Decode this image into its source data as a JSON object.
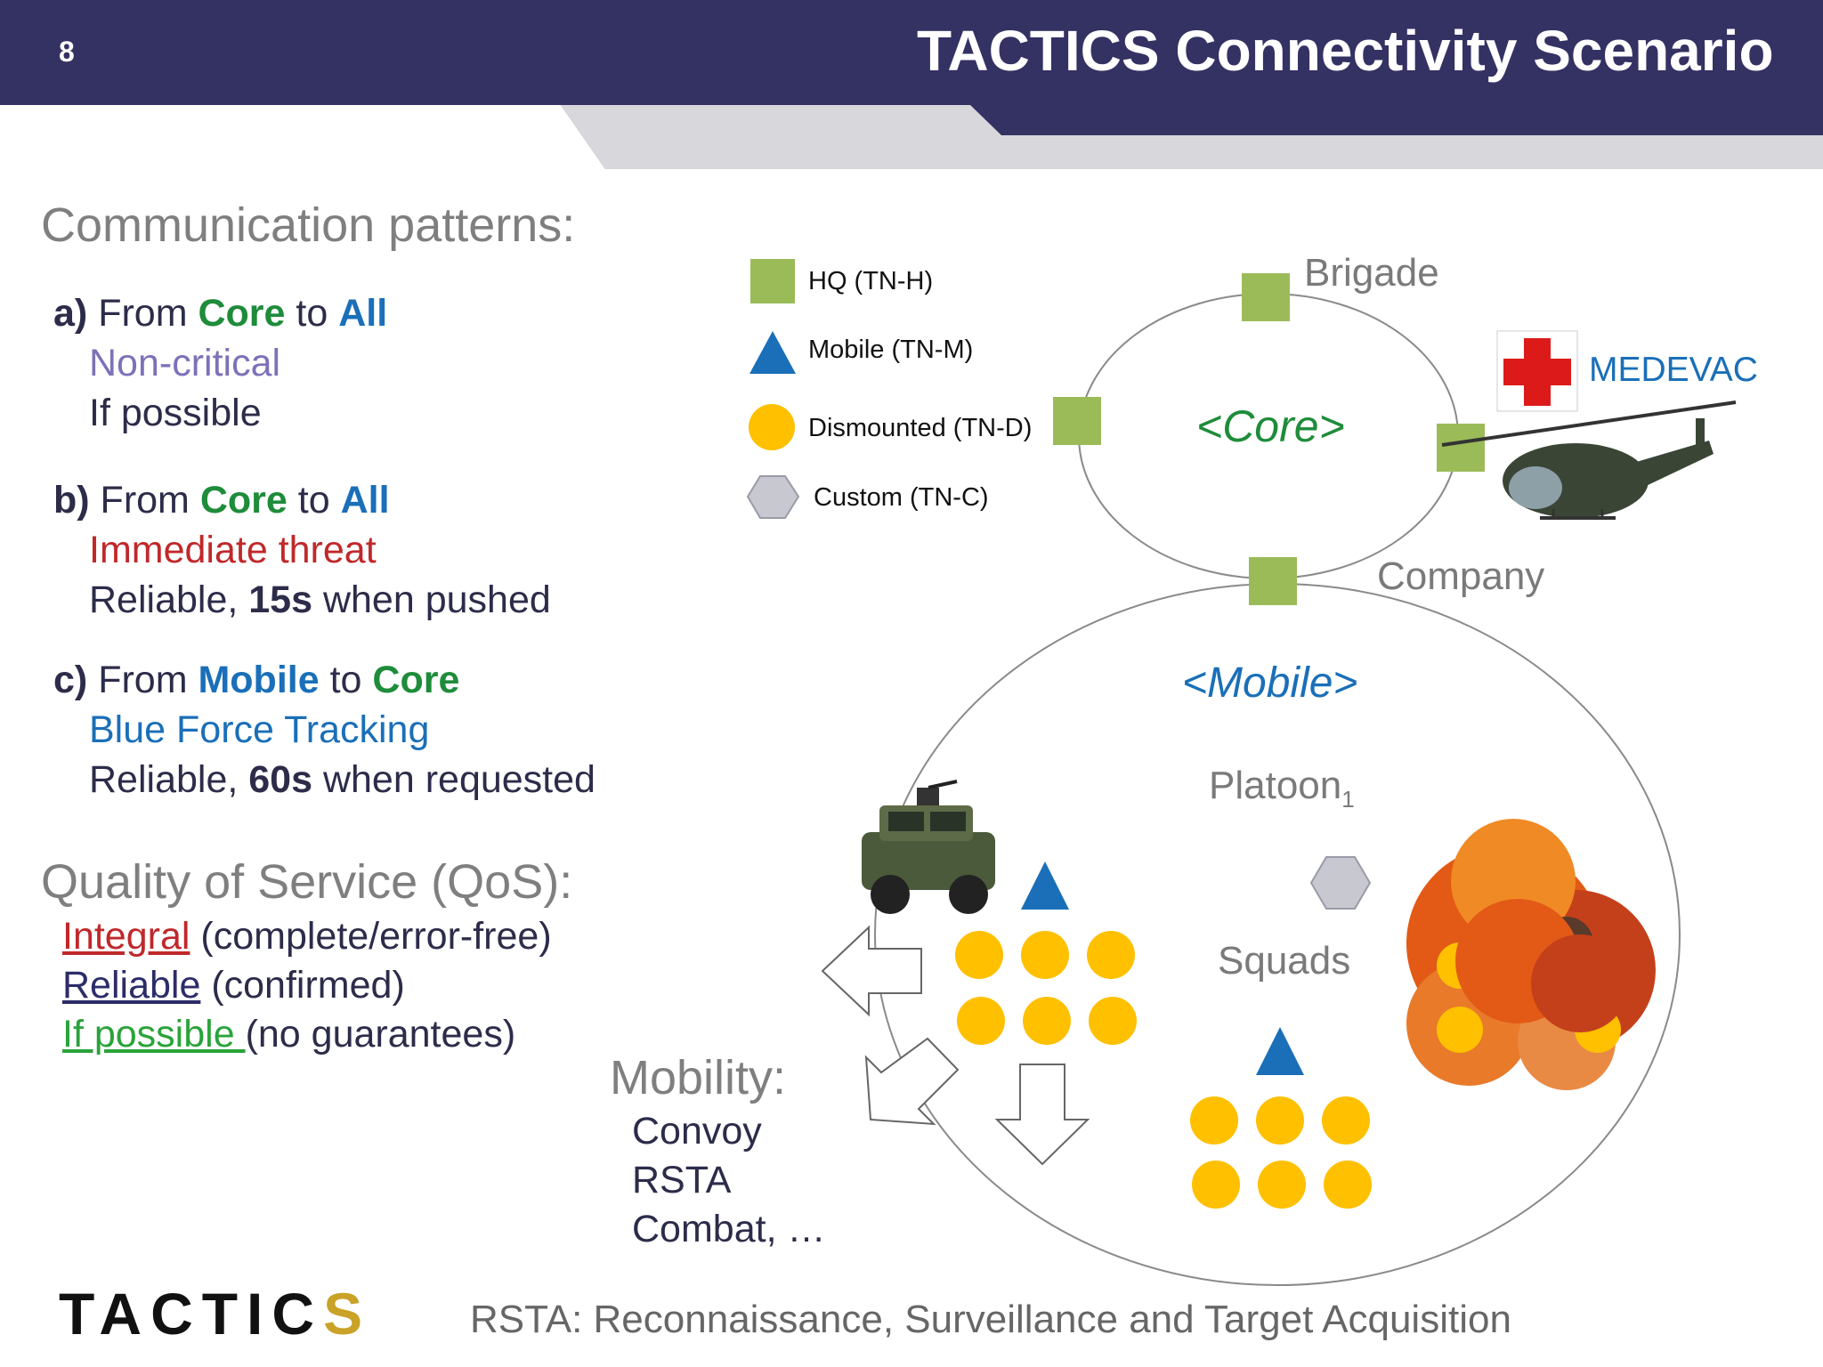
{
  "header": {
    "slide_number": "8",
    "title": "TACTICS Connectivity Scenario"
  },
  "comm": {
    "heading": "Communication patterns:",
    "a": {
      "letter": "a)",
      "from": "From",
      "src": "Core",
      "to": "to",
      "dst": "All",
      "line1": "Non-critical",
      "line2": "If possible"
    },
    "b": {
      "letter": "b)",
      "from": "From",
      "src": "Core",
      "to": "to",
      "dst": "All",
      "line1": "Immediate threat",
      "line2_pre": "Reliable, ",
      "line2_bold": "15s",
      "line2_post": " when pushed"
    },
    "c": {
      "letter": "c)",
      "from": "From",
      "src": "Mobile",
      "to": "to",
      "dst": "Core",
      "line1": "Blue Force Tracking",
      "line2_pre": "Reliable, ",
      "line2_bold": "60s",
      "line2_post": " when requested"
    }
  },
  "qos": {
    "heading": "Quality of Service (QoS):",
    "items": [
      {
        "term": "Integral",
        "desc": " (complete/error-free)"
      },
      {
        "term": "Reliable",
        "desc": " (confirmed)"
      },
      {
        "term": "If possible ",
        "desc": "(no guarantees)"
      }
    ]
  },
  "legend": [
    {
      "icon": "green-square-icon",
      "label": "HQ (TN-H)"
    },
    {
      "icon": "blue-triangle-icon",
      "label": "Mobile (TN-M)"
    },
    {
      "icon": "yellow-circle-icon",
      "label": "Dismounted (TN-D)"
    },
    {
      "icon": "gray-hexagon-icon",
      "label": "Custom (TN-C)"
    }
  ],
  "diagram": {
    "brigade": "Brigade",
    "core": "<Core>",
    "medevac": "MEDEVAC",
    "company": "Company",
    "mobile": "<Mobile>",
    "platoon": "Platoon",
    "platoon_sub": "1",
    "squads": "Squads"
  },
  "mobility": {
    "heading": "Mobility:",
    "items": [
      "Convoy",
      "RSTA",
      "Combat, …"
    ]
  },
  "footer": {
    "logo_main": "TACTIC",
    "logo_last": "S",
    "note": "RSTA: Reconnaissance, Surveillance and Target Acquisition"
  },
  "colors": {
    "navy": "#343163",
    "hq_green": "#9bbb59",
    "mobile_blue": "#1a6fb8",
    "dismounted_yellow": "#ffc000",
    "custom_gray": "#c8c8d0",
    "core_green": "#1e8c3a",
    "threat_red": "#c0282a"
  }
}
